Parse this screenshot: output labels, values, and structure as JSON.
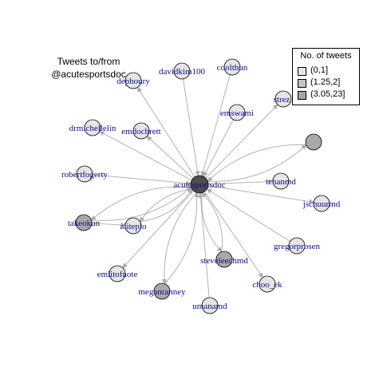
{
  "caption": {
    "line1": "Tweets to/from",
    "line2": "@acutesportsdoc"
  },
  "legend": {
    "title": "No. of tweets",
    "items": [
      {
        "label": "(0,1]",
        "color": "#e5e5e5"
      },
      {
        "label": "(1.25,2]",
        "color": "#c4c4c4"
      },
      {
        "label": "(3.05,23]",
        "color": "#a8a8a8"
      }
    ]
  },
  "colors": {
    "edge": "#aaaaaa",
    "label": "#0d0d8a",
    "hub": "#4d4d4d"
  },
  "hub": "acutesportsdoc",
  "nodes": [
    {
      "id": "acutesportsdoc",
      "label": "acutesportsdoc",
      "tier": "hub"
    },
    {
      "id": "dephoury",
      "label": "dephoury",
      "tier": 1
    },
    {
      "id": "davidkim100",
      "label": "davidkim100",
      "tier": 1
    },
    {
      "id": "coolthun",
      "label": "coolthun",
      "tier": 1
    },
    {
      "id": "strez",
      "label": "strez",
      "tier": 1
    },
    {
      "id": "emswami",
      "label": "emswami",
      "tier": 1
    },
    {
      "id": "drmichellelin",
      "label": "drmichellelin",
      "tier": 1
    },
    {
      "id": "emdocbrett",
      "label": "emdocbrett",
      "tier": 1
    },
    {
      "id": "unlabeled",
      "label": "",
      "tier": 3
    },
    {
      "id": "robertfogerty",
      "label": "robertfogerty",
      "tier": 1
    },
    {
      "id": "tchanmd",
      "label": "tchanmd",
      "tier": 1
    },
    {
      "id": "jschuurmd",
      "label": "jschuurmd",
      "tier": 1
    },
    {
      "id": "takeokun",
      "label": "takeokun",
      "tier": 3
    },
    {
      "id": "aliteplo",
      "label": "aliteplo",
      "tier": 1
    },
    {
      "id": "gregorprosen",
      "label": "gregorprosen",
      "tier": 1
    },
    {
      "id": "steveleechmd",
      "label": "steveleechmd",
      "tier": 3
    },
    {
      "id": "emlitofnote",
      "label": "emlitofnote",
      "tier": 1
    },
    {
      "id": "choo_ek",
      "label": "choo_ek",
      "tier": 1
    },
    {
      "id": "meganranney",
      "label": "meganranney",
      "tier": 3
    },
    {
      "id": "umanamd",
      "label": "umanamd",
      "tier": 1
    }
  ],
  "edges": [
    {
      "from": "acutesportsdoc",
      "to": "dephoury"
    },
    {
      "from": "davidkim100",
      "to": "acutesportsdoc"
    },
    {
      "from": "coolthun",
      "to": "acutesportsdoc"
    },
    {
      "from": "acutesportsdoc",
      "to": "strez"
    },
    {
      "from": "emswami",
      "to": "acutesportsdoc"
    },
    {
      "from": "acutesportsdoc",
      "to": "drmichellelin"
    },
    {
      "from": "acutesportsdoc",
      "to": "emdocbrett"
    },
    {
      "from": "acutesportsdoc",
      "to": "unlabeled"
    },
    {
      "from": "unlabeled",
      "to": "acutesportsdoc"
    },
    {
      "from": "robertfogerty",
      "to": "acutesportsdoc"
    },
    {
      "from": "acutesportsdoc",
      "to": "tchanmd"
    },
    {
      "from": "acutesportsdoc",
      "to": "jschuurmd"
    },
    {
      "from": "takeokun",
      "to": "acutesportsdoc"
    },
    {
      "from": "acutesportsdoc",
      "to": "takeokun"
    },
    {
      "from": "acutesportsdoc",
      "to": "aliteplo"
    },
    {
      "from": "aliteplo",
      "to": "acutesportsdoc"
    },
    {
      "from": "takeokun",
      "to": "aliteplo"
    },
    {
      "from": "gregorprosen",
      "to": "acutesportsdoc"
    },
    {
      "from": "steveleechmd",
      "to": "acutesportsdoc"
    },
    {
      "from": "acutesportsdoc",
      "to": "steveleechmd"
    },
    {
      "from": "acutesportsdoc",
      "to": "emlitofnote"
    },
    {
      "from": "acutesportsdoc",
      "to": "choo_ek"
    },
    {
      "from": "acutesportsdoc",
      "to": "meganranney"
    },
    {
      "from": "meganranney",
      "to": "acutesportsdoc"
    },
    {
      "from": "umanamd",
      "to": "acutesportsdoc"
    }
  ]
}
